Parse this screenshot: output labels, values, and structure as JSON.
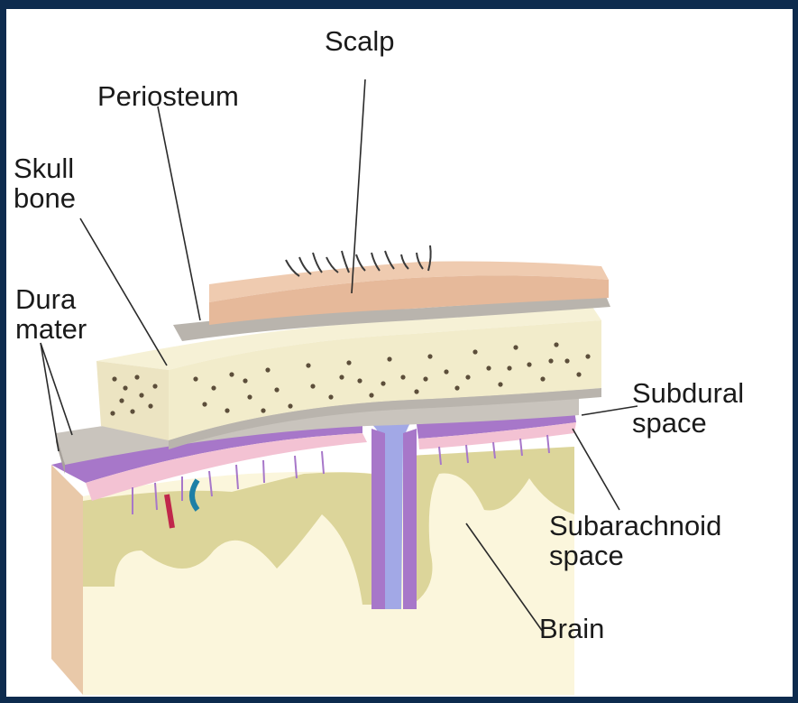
{
  "labels": {
    "scalp": "Scalp",
    "periosteum": "Periosteum",
    "skull_bone": [
      "Skull",
      "bone"
    ],
    "dura_mater": [
      "Dura",
      "mater"
    ],
    "subdural_space": [
      "Subdural",
      "space"
    ],
    "subarachnoid_space": [
      "Subarachnoid",
      "space"
    ],
    "brain": "Brain"
  },
  "colors": {
    "frame": "#0d2b4e",
    "scalp": "#e6b99a",
    "periosteum": "#b9b4ad",
    "skull_bone": "#f2eccb",
    "bone_marrow_dots": "#5c4e3a",
    "dura_mater": "#c9c4bd",
    "arachnoid": "#a777c9",
    "pia_mater": "#f3c2d3",
    "gray_matter": "#dcd59a",
    "white_matter": "#fbf6dc",
    "falx": "#a2a8e6"
  }
}
